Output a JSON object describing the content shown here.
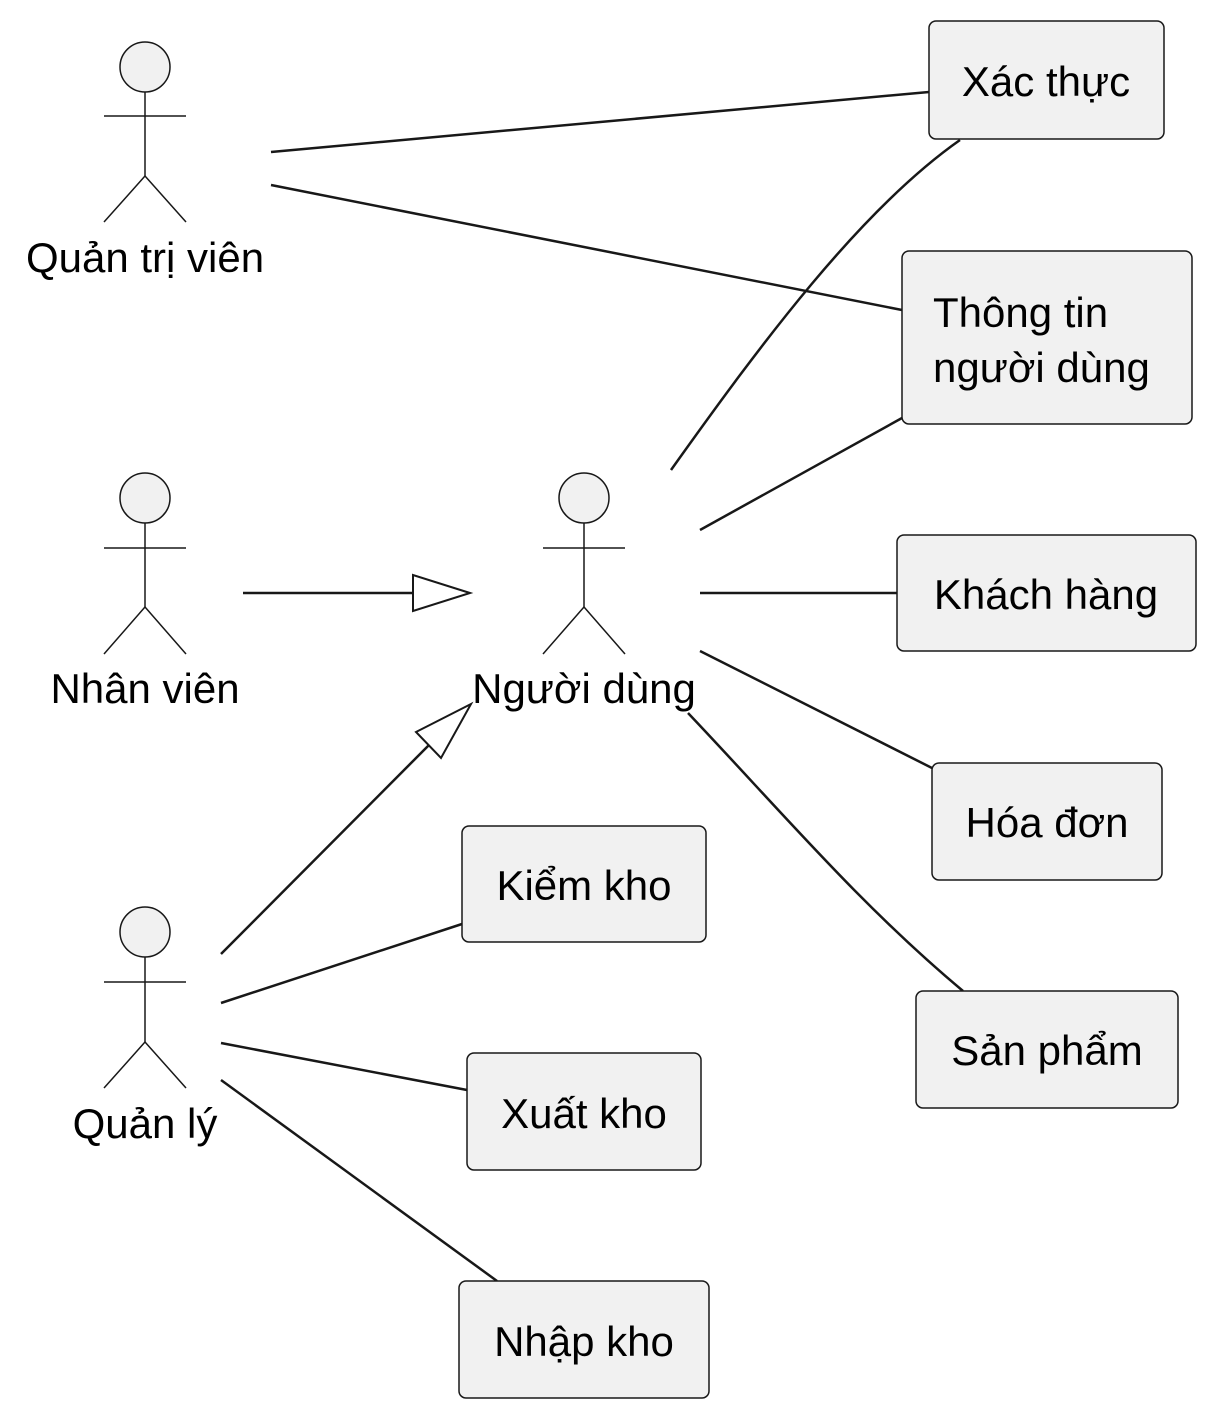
{
  "actors": {
    "admin": "Quản trị viên",
    "staff": "Nhân viên",
    "user": "Người dùng",
    "manager": "Quản lý"
  },
  "usecases": {
    "auth": "Xác thực",
    "user_info_line1": "Thông tin",
    "user_info_line2": "người dùng",
    "customer": "Khách hàng",
    "invoice": "Hóa đơn",
    "product": "Sản phẩm",
    "inventory_check": "Kiểm kho",
    "export": "Xuất kho",
    "import": "Nhập kho"
  }
}
